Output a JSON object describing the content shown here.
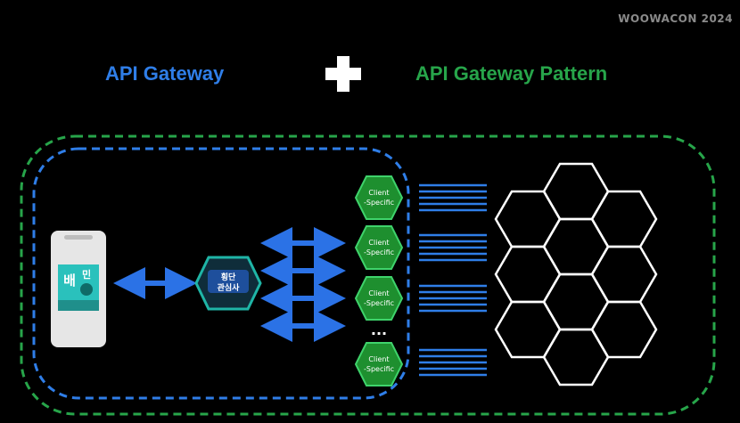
{
  "header": {
    "brand": "WOOWACON 2024"
  },
  "titles": {
    "left": "API Gateway",
    "right": "API Gateway Pattern"
  },
  "gateway": {
    "line1": "횡단",
    "line2": "관심사"
  },
  "phone": {
    "app_line1": "배",
    "app_line2": "민"
  },
  "clients": {
    "line1": "Client",
    "line2": "-Specific"
  },
  "ellipsis": "...",
  "colors": {
    "background": "#000000",
    "api_gateway_blue": "#2f7ee8",
    "pattern_green": "#27a54a",
    "client_green": "#1e8f2f",
    "gateway_teal": "#1fb5a6",
    "arrow_blue": "#2b72e6",
    "hex_white": "#ffffff"
  },
  "icons": {
    "plus": "plus-icon",
    "phone": "phone-icon",
    "arrows": "double-arrow-icon",
    "services": "hexagon-grid"
  }
}
